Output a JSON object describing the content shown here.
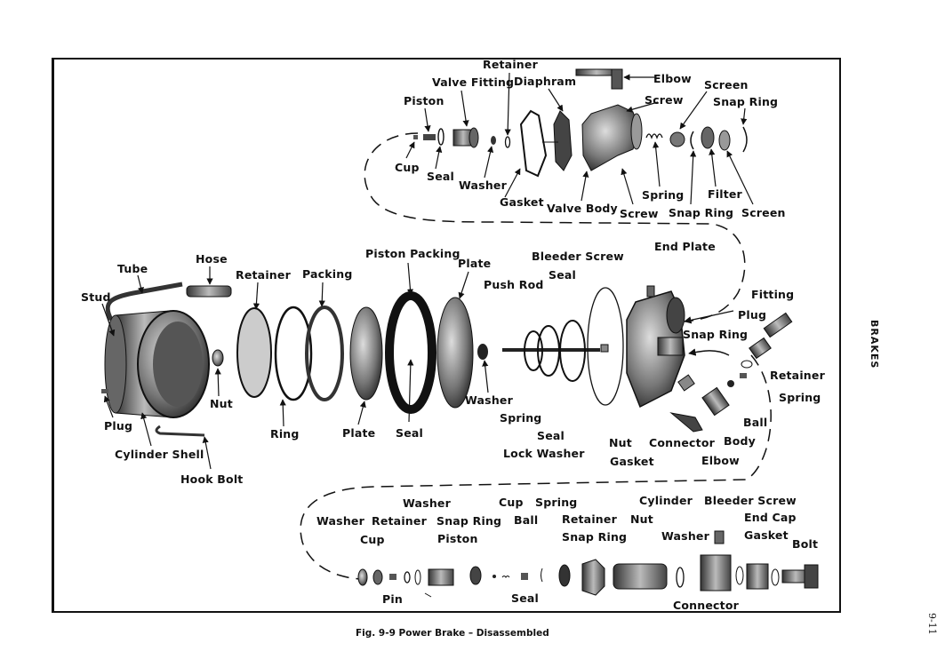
{
  "figure": {
    "caption": "Fig. 9-9  Power Brake – Disassembled",
    "section_tab": "BRAKES",
    "page_number": "9-11"
  },
  "groups": {
    "valve_assembly": {
      "labels": [
        {
          "id": "retainer",
          "text": "Retainer"
        },
        {
          "id": "valve-fitting",
          "text": "Valve Fitting"
        },
        {
          "id": "diaphram",
          "text": "Diaphram"
        },
        {
          "id": "piston",
          "text": "Piston"
        },
        {
          "id": "elbow",
          "text": "Elbow"
        },
        {
          "id": "screen-top",
          "text": "Screen"
        },
        {
          "id": "screw-top",
          "text": "Screw"
        },
        {
          "id": "snap-ring-top",
          "text": "Snap Ring"
        },
        {
          "id": "cup",
          "text": "Cup"
        },
        {
          "id": "seal",
          "text": "Seal"
        },
        {
          "id": "washer",
          "text": "Washer"
        },
        {
          "id": "gasket",
          "text": "Gasket"
        },
        {
          "id": "valve-body",
          "text": "Valve Body"
        },
        {
          "id": "spring",
          "text": "Spring"
        },
        {
          "id": "screw-bottom",
          "text": "Screw"
        },
        {
          "id": "filter",
          "text": "Filter"
        },
        {
          "id": "snap-ring-bottom",
          "text": "Snap Ring"
        },
        {
          "id": "screen-bottom",
          "text": "Screen"
        }
      ]
    },
    "cylinder_assembly": {
      "labels": [
        {
          "id": "hose",
          "text": "Hose"
        },
        {
          "id": "tube",
          "text": "Tube"
        },
        {
          "id": "retainer",
          "text": "Retainer"
        },
        {
          "id": "packing",
          "text": "Packing"
        },
        {
          "id": "piston-packing",
          "text": "Piston Packing"
        },
        {
          "id": "plate-top",
          "text": "Plate"
        },
        {
          "id": "stud",
          "text": "Stud"
        },
        {
          "id": "nut",
          "text": "Nut"
        },
        {
          "id": "plug",
          "text": "Plug"
        },
        {
          "id": "ring",
          "text": "Ring"
        },
        {
          "id": "plate-bottom",
          "text": "Plate"
        },
        {
          "id": "seal",
          "text": "Seal"
        },
        {
          "id": "cylinder-shell",
          "text": "Cylinder Shell"
        },
        {
          "id": "hook-bolt",
          "text": "Hook Bolt"
        }
      ]
    },
    "end_plate_assembly": {
      "labels": [
        {
          "id": "bleeder-screw",
          "text": "Bleeder Screw"
        },
        {
          "id": "end-plate",
          "text": "End Plate"
        },
        {
          "id": "seal-top",
          "text": "Seal"
        },
        {
          "id": "push-rod",
          "text": "Push Rod"
        },
        {
          "id": "fitting",
          "text": "Fitting"
        },
        {
          "id": "plug",
          "text": "Plug"
        },
        {
          "id": "snap-ring",
          "text": "Snap Ring"
        },
        {
          "id": "retainer",
          "text": "Retainer"
        },
        {
          "id": "washer",
          "text": "Washer"
        },
        {
          "id": "spring-right",
          "text": "Spring"
        },
        {
          "id": "ball",
          "text": "Ball"
        },
        {
          "id": "spring-left",
          "text": "Spring"
        },
        {
          "id": "seal-bottom",
          "text": "Seal"
        },
        {
          "id": "nut",
          "text": "Nut"
        },
        {
          "id": "connector",
          "text": "Connector"
        },
        {
          "id": "body",
          "text": "Body"
        },
        {
          "id": "lock-washer",
          "text": "Lock Washer"
        },
        {
          "id": "gasket",
          "text": "Gasket"
        },
        {
          "id": "elbow",
          "text": "Elbow"
        }
      ]
    },
    "hydraulic_cylinder_assembly": {
      "labels": [
        {
          "id": "washer-top",
          "text": "Washer"
        },
        {
          "id": "cup-top",
          "text": "Cup"
        },
        {
          "id": "spring",
          "text": "Spring"
        },
        {
          "id": "cylinder",
          "text": "Cylinder"
        },
        {
          "id": "bleeder-screw",
          "text": "Bleeder Screw"
        },
        {
          "id": "washer-left",
          "text": "Washer"
        },
        {
          "id": "retainer-left",
          "text": "Retainer"
        },
        {
          "id": "snap-ring-left",
          "text": "Snap Ring"
        },
        {
          "id": "ball",
          "text": "Ball"
        },
        {
          "id": "retainer-right",
          "text": "Retainer"
        },
        {
          "id": "nut",
          "text": "Nut"
        },
        {
          "id": "end-cap",
          "text": "End Cap"
        },
        {
          "id": "cup-left",
          "text": "Cup"
        },
        {
          "id": "piston",
          "text": "Piston"
        },
        {
          "id": "snap-ring-right",
          "text": "Snap Ring"
        },
        {
          "id": "washer-right",
          "text": "Washer"
        },
        {
          "id": "gasket",
          "text": "Gasket"
        },
        {
          "id": "bolt",
          "text": "Bolt"
        },
        {
          "id": "pin",
          "text": "Pin"
        },
        {
          "id": "seal",
          "text": "Seal"
        },
        {
          "id": "connector",
          "text": "Connector"
        }
      ]
    }
  }
}
